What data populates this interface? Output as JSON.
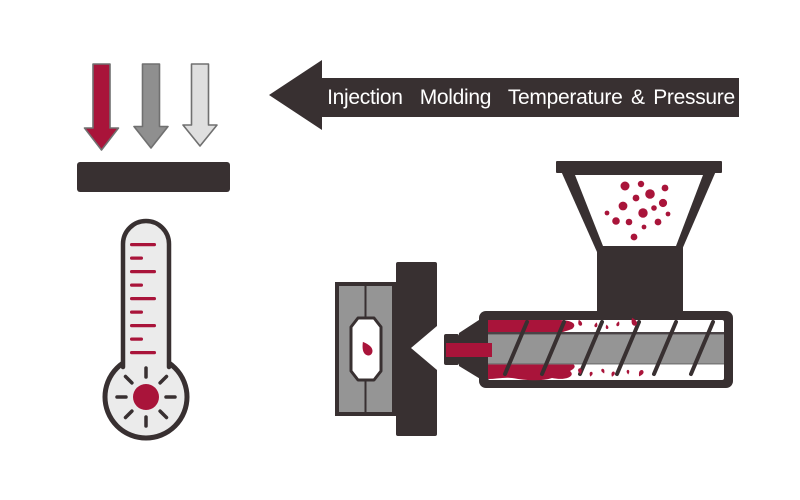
{
  "banner": {
    "label": "Injection  Molding  Temperature & Pressure"
  },
  "colors": {
    "dark": "#383031",
    "red": "#a9143a",
    "steel": "#959595",
    "gray": "#8f8f8f",
    "lightgray": "#dfdfdf",
    "thermo": "#ebebeb",
    "outline": "#707070",
    "white": "#ffffff"
  },
  "components": [
    "pressure-arrows",
    "pressure-plate",
    "temperature-thermometer",
    "mold-assembly",
    "injection-nozzle",
    "screw-barrel",
    "molten-plastic",
    "hopper-with-pellets"
  ]
}
